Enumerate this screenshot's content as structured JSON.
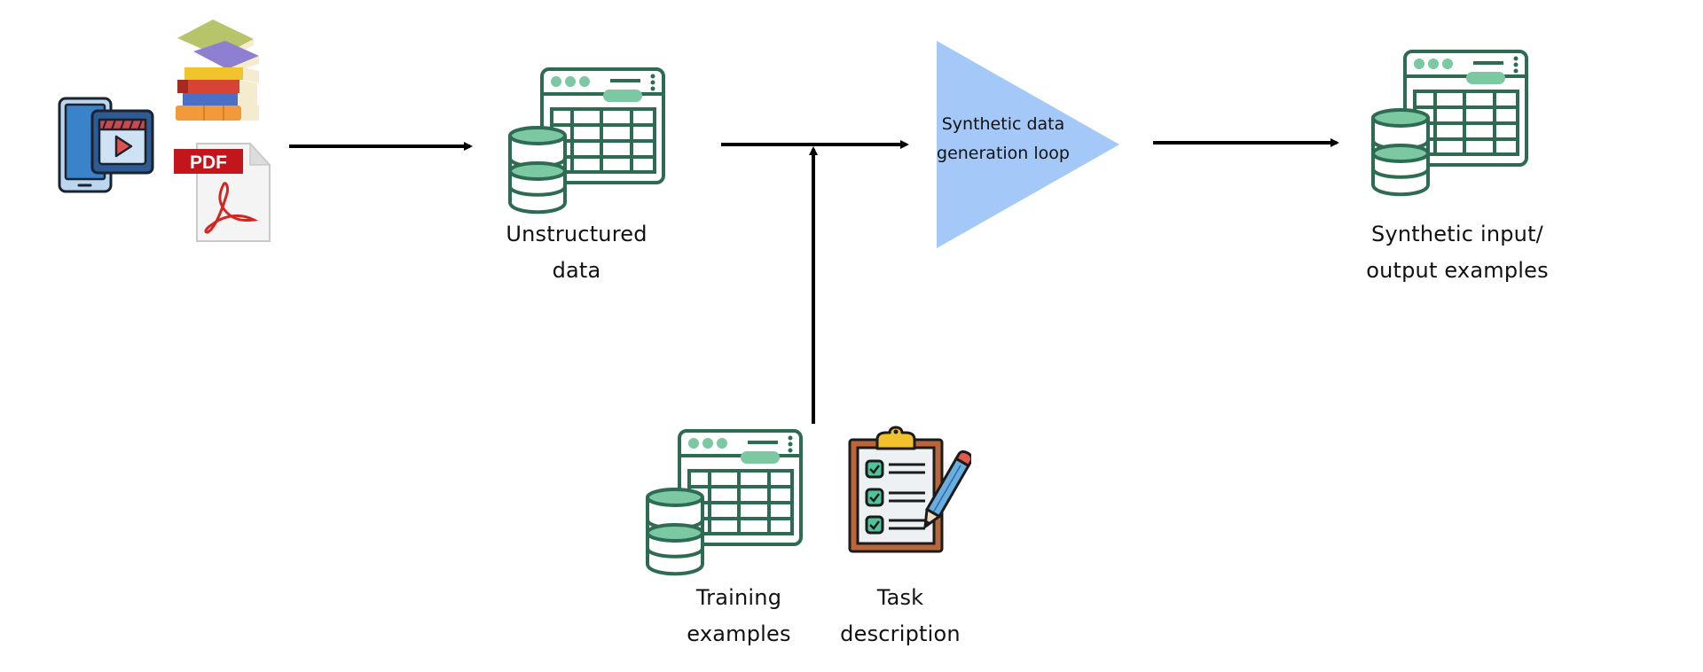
{
  "diagram": {
    "sources": {
      "icons": [
        "tablet-video-icon",
        "books-icon",
        "pdf-file-icon"
      ],
      "pdf_badge": "PDF"
    },
    "unstructured": {
      "label_line1": "Unstructured",
      "label_line2": "data",
      "icon": "database-table-icon"
    },
    "loop": {
      "label_line1": "Synthetic data",
      "label_line2": "generation loop",
      "shape": "triangle",
      "color": "#a4c8f8"
    },
    "output": {
      "label_line1": "Synthetic input/",
      "label_line2": "output examples",
      "icon": "database-table-icon"
    },
    "training": {
      "label_line1": "Training",
      "label_line2": "examples",
      "icon": "database-table-icon"
    },
    "task": {
      "label_line1": "Task",
      "label_line2": "description",
      "icon": "clipboard-checklist-icon"
    },
    "colors": {
      "icon_green_dark": "#2e6b53",
      "icon_green_light": "#7cc8a2",
      "arrow": "#000000"
    },
    "edges": [
      {
        "from": "sources",
        "to": "unstructured"
      },
      {
        "from": "unstructured",
        "to": "loop"
      },
      {
        "from": "training+task",
        "to": "loop"
      },
      {
        "from": "loop",
        "to": "output"
      }
    ]
  }
}
